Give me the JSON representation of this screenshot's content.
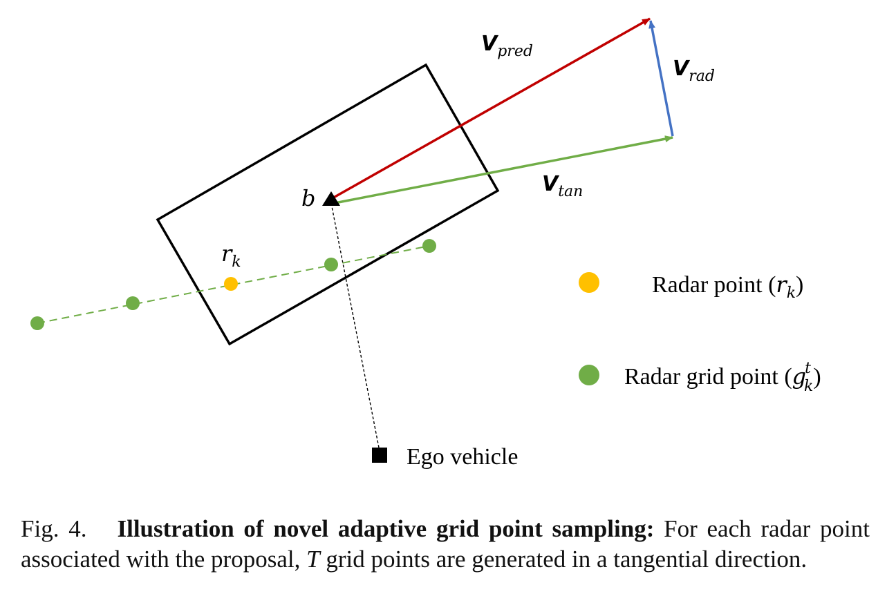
{
  "labels": {
    "v_pred": {
      "base": "V",
      "sub": "pred"
    },
    "v_rad": {
      "base": "V",
      "sub": "rad"
    },
    "v_tan": {
      "base": "V",
      "sub": "tan"
    },
    "b": "b",
    "r_k": {
      "base": "r",
      "sub": "k"
    }
  },
  "legend": {
    "radar_point": {
      "text": "Radar point (",
      "sym": "r",
      "sub": "k",
      "close": ")",
      "color": "#FFC000"
    },
    "radar_grid_point": {
      "text": "Radar grid point (",
      "sym": "g",
      "sup": "t",
      "sub": "k",
      "close": ")",
      "color": "#70AD47"
    }
  },
  "ego_label": "Ego vehicle",
  "colors": {
    "pred": "#C00000",
    "rad": "#4472C4",
    "tan": "#70AD47",
    "radar_point": "#FFC000",
    "grid_point": "#70AD47",
    "box": "#000000"
  },
  "caption": {
    "fig": "Fig. 4.",
    "title": "Illustration of novel adaptive grid point sampling:",
    "body_1": " For each radar point associated with the proposal, ",
    "T": "T",
    "body_2": " grid points are generated in a tangential direction."
  }
}
